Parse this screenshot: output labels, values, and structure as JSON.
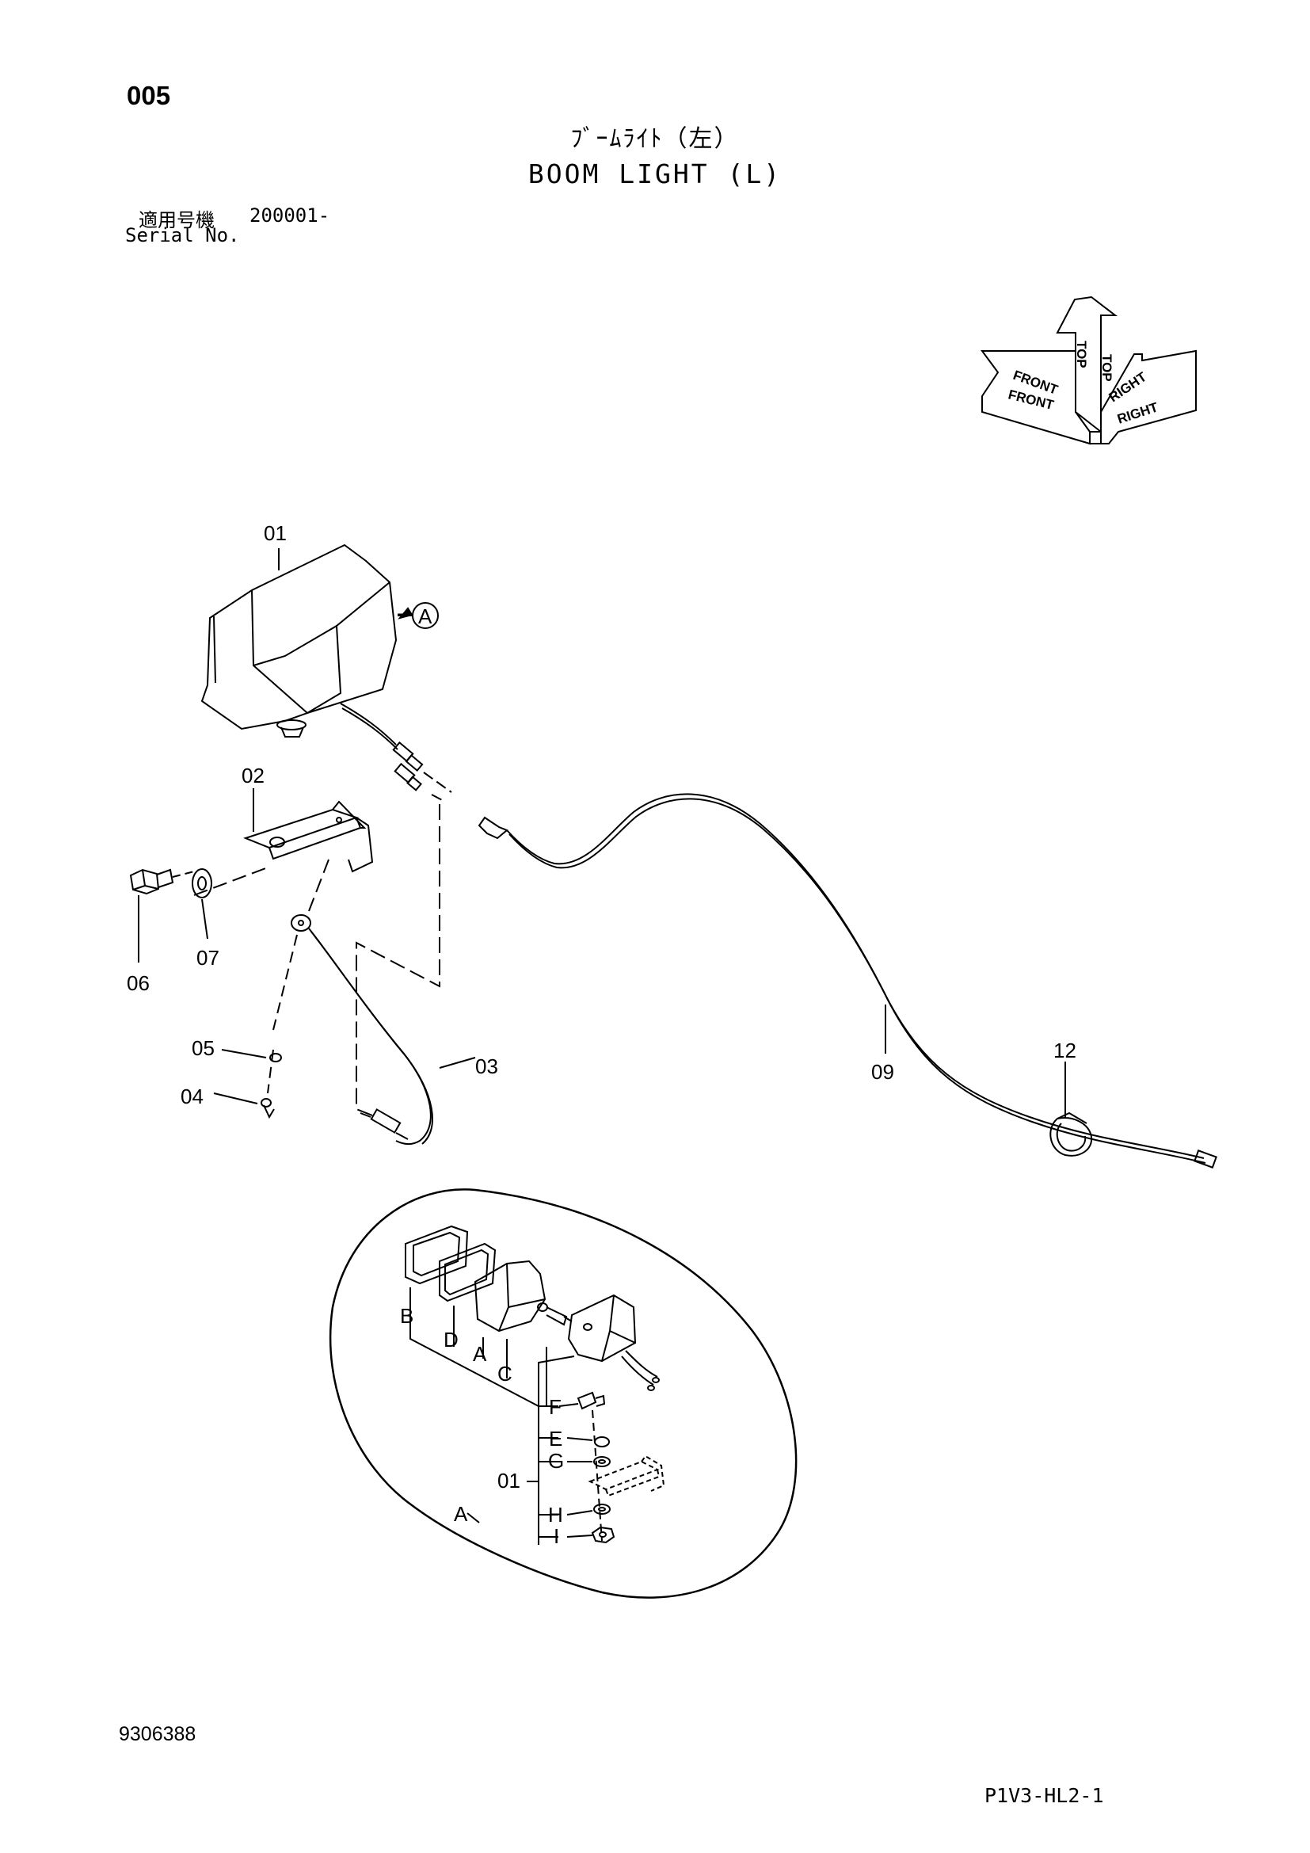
{
  "header": {
    "page_no": "005",
    "title_jp": "ﾌﾞｰﾑﾗｲﾄ（左）",
    "title_en": "BOOM LIGHT (L)",
    "serial_label_jp": "適用号機",
    "serial_value": "200001-",
    "serial_label_en": "Serial No."
  },
  "orientation": {
    "top": "TOP",
    "front": "FRONT",
    "right": "RIGHT"
  },
  "callouts": {
    "c01": "01",
    "c02": "02",
    "c03": "03",
    "c04": "04",
    "c05": "05",
    "c06": "06",
    "c07": "07",
    "c09": "09",
    "c12": "12",
    "view_ref": "A"
  },
  "detail": {
    "label": "A",
    "group": "01",
    "parts": [
      "B",
      "D",
      "A",
      "C",
      "F",
      "E",
      "G",
      "H",
      "I"
    ]
  },
  "footer": {
    "doc_no": "9306388",
    "page_code": "P1V3-HL2-1"
  }
}
